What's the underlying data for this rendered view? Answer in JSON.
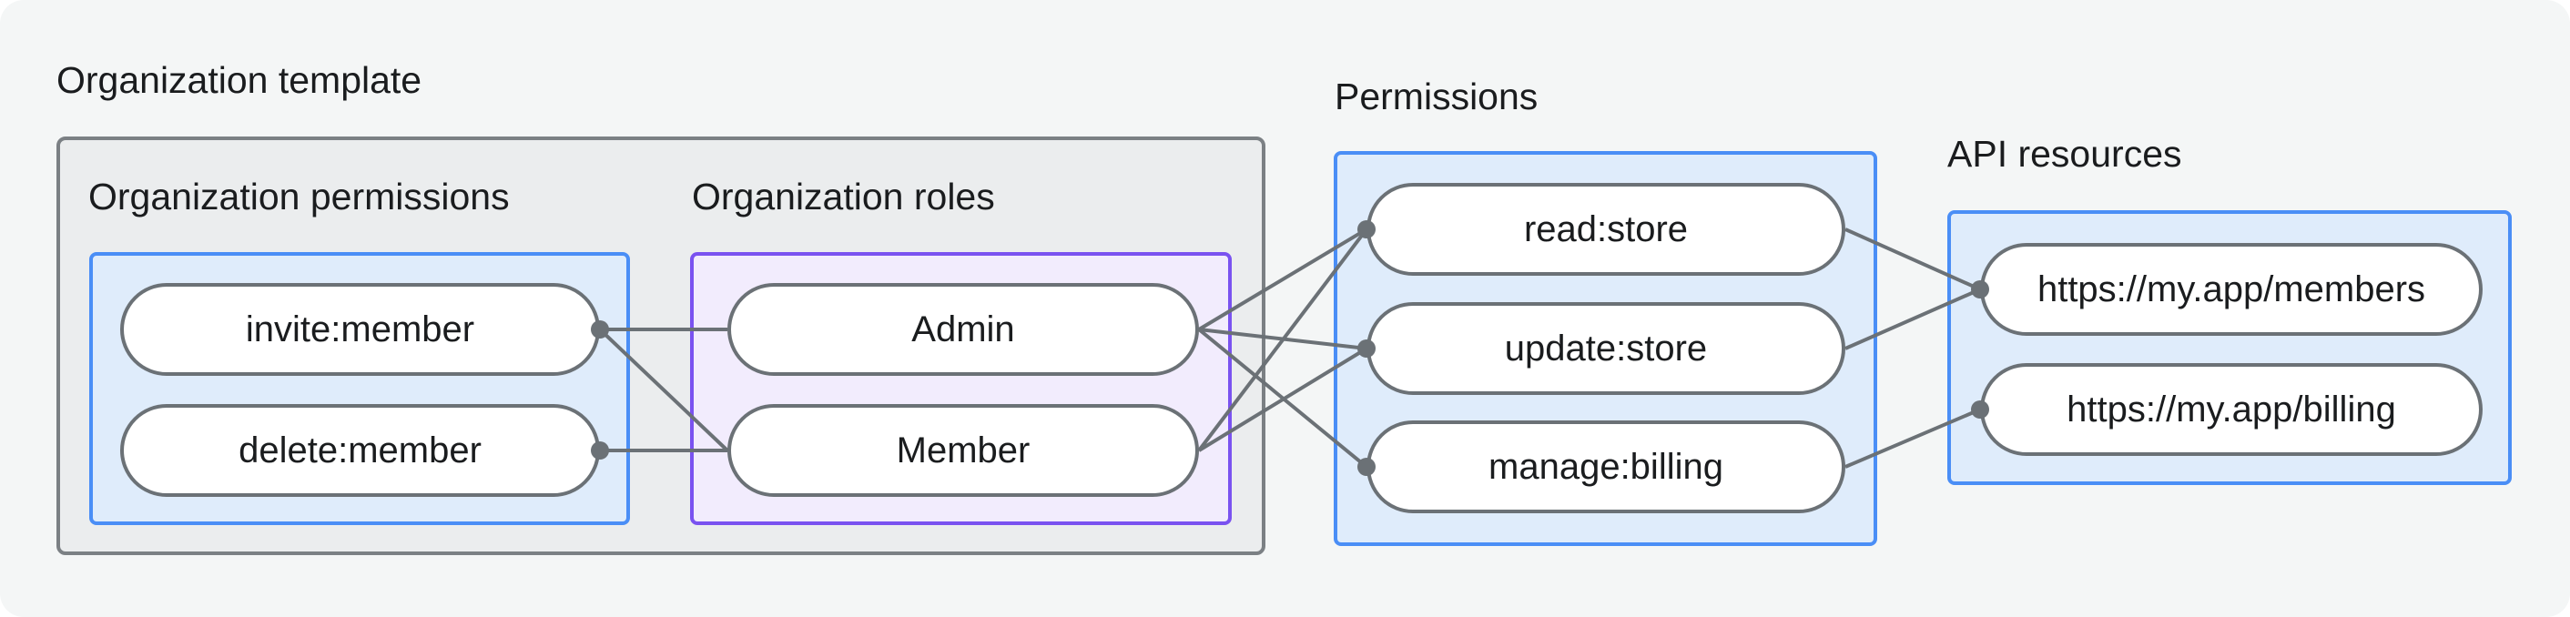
{
  "diagram": {
    "title": "Organization template",
    "groups": {
      "org_permissions": {
        "heading": "Organization permissions",
        "nodes": [
          {
            "id": "invite-member",
            "label": "invite:member"
          },
          {
            "id": "delete-member",
            "label": "delete:member"
          }
        ]
      },
      "org_roles": {
        "heading": "Organization roles",
        "nodes": [
          {
            "id": "admin",
            "label": "Admin"
          },
          {
            "id": "member",
            "label": "Member"
          }
        ]
      },
      "permissions": {
        "heading": "Permissions",
        "nodes": [
          {
            "id": "read-store",
            "label": "read:store"
          },
          {
            "id": "update-store",
            "label": "update:store"
          },
          {
            "id": "manage-billing",
            "label": "manage:billing"
          }
        ]
      },
      "api_resources": {
        "heading": "API resources",
        "nodes": [
          {
            "id": "api-members",
            "label": "https://my.app/members"
          },
          {
            "id": "api-billing",
            "label": "https://my.app/billing"
          }
        ]
      }
    },
    "edges": [
      {
        "from": "invite-member",
        "to": "admin"
      },
      {
        "from": "invite-member",
        "to": "member"
      },
      {
        "from": "delete-member",
        "to": "member"
      },
      {
        "from": "admin",
        "to": "read-store"
      },
      {
        "from": "admin",
        "to": "update-store"
      },
      {
        "from": "admin",
        "to": "manage-billing"
      },
      {
        "from": "member",
        "to": "read-store"
      },
      {
        "from": "member",
        "to": "update-store"
      },
      {
        "from": "read-store",
        "to": "api-members"
      },
      {
        "from": "update-store",
        "to": "api-members"
      },
      {
        "from": "manage-billing",
        "to": "api-billing"
      }
    ]
  },
  "colors": {
    "page_bg": "#f4f6f6",
    "gray_box_fill": "#ebedee",
    "gray_box_border": "#7b8084",
    "blue_box_fill": "#dfecfb",
    "blue_box_border": "#4a8ef6",
    "purple_box_fill": "#f2ecfd",
    "purple_box_border": "#7a52f0",
    "node_fill": "#ffffff",
    "node_border": "#6b7176",
    "edge_color": "#6b7176",
    "text_color": "#1a1c1e"
  }
}
